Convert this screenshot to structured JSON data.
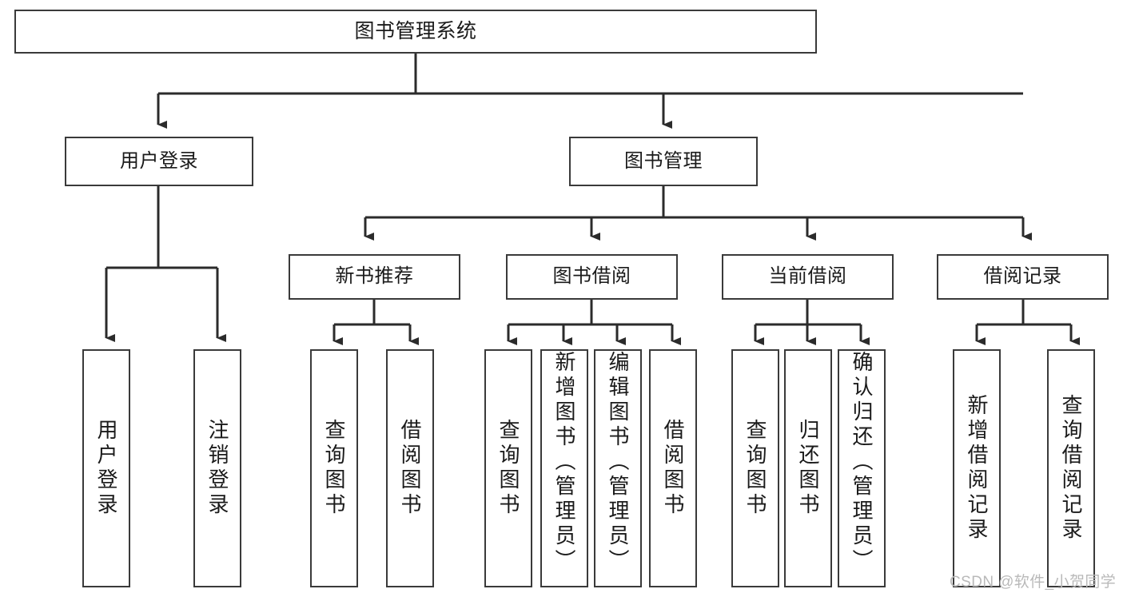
{
  "diagram": {
    "title": "图书管理系统",
    "type": "tree-hierarchy",
    "orientation": "top-down",
    "colors": {
      "box_border": "#3a3a3a",
      "box_fill": "#ffffff",
      "connector": "#2b2b2b",
      "text": "#1a1a1a",
      "watermark": "#b9b9b9",
      "background": "#ffffff"
    }
  },
  "root": {
    "label": "图书管理系统"
  },
  "level2": [
    {
      "label": "用户登录"
    },
    {
      "label": "图书管理"
    }
  ],
  "level3": [
    {
      "label": "新书推荐"
    },
    {
      "label": "图书借阅"
    },
    {
      "label": "当前借阅"
    },
    {
      "label": "借阅记录"
    }
  ],
  "leaves": {
    "user_login": [
      {
        "label": "用户登录"
      },
      {
        "label": "注销登录"
      }
    ],
    "new_book_recommend": [
      {
        "label": "查询图书"
      },
      {
        "label": "借阅图书"
      }
    ],
    "book_borrow": [
      {
        "label": "查询图书"
      },
      {
        "label": "新增图书（管理员）"
      },
      {
        "label": "编辑图书（管理员）"
      },
      {
        "label": "借阅图书"
      }
    ],
    "current_borrow": [
      {
        "label": "查询图书"
      },
      {
        "label": "归还图书"
      },
      {
        "label": "确认归还（管理员）"
      }
    ],
    "borrow_record": [
      {
        "label": "新增借阅记录"
      },
      {
        "label": "查询借阅记录"
      }
    ]
  },
  "watermark": {
    "text": "CSDN @软件_小贺同学"
  }
}
